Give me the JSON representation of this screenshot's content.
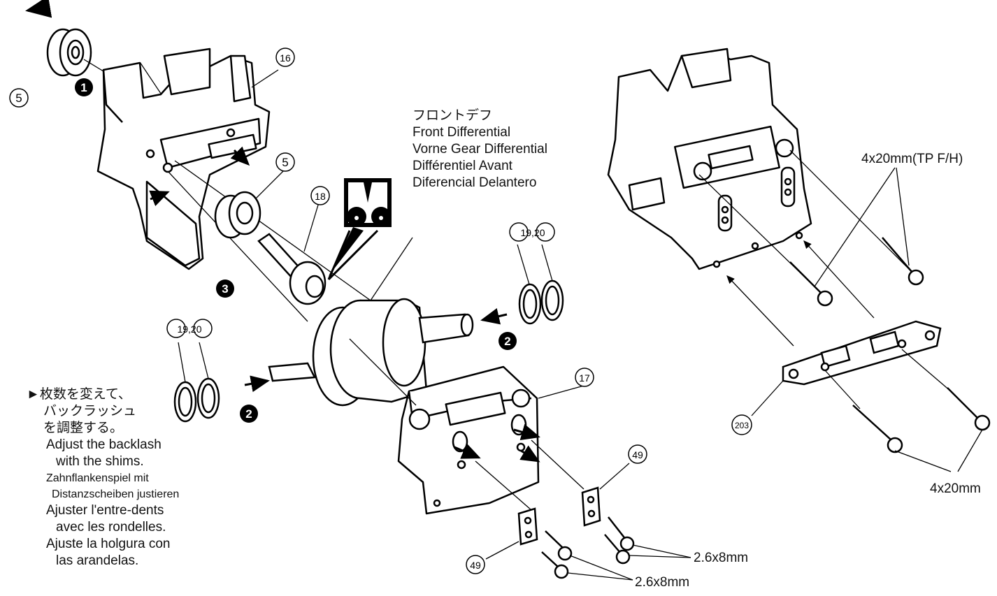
{
  "parts": {
    "p5a": "5",
    "p5b": "5",
    "p16": "16",
    "p18": "18",
    "p17": "17",
    "p1920a": "19,20",
    "p1920b": "19,20",
    "p49a": "49",
    "p49b": "49",
    "p203": "203"
  },
  "steps": {
    "s1": "1",
    "s2a": "2",
    "s2b": "2",
    "s3": "3"
  },
  "front_diff_title": {
    "ja": "フロントデフ",
    "en": "Front Differential",
    "de": "Vorne Gear Differential",
    "fr": "Différentiel Avant",
    "es": "Diferencial Delantero"
  },
  "screws": {
    "tp": "4x20mm(TP F/H)",
    "m4x20": "4x20mm",
    "m26a": "2.6x8mm",
    "m26b": "2.6x8mm"
  },
  "backlash_note": {
    "arrow": "►",
    "ja1": "枚数を変えて、",
    "ja2": "バックラッシュ",
    "ja3": "を調整する。",
    "en1": "Adjust the backlash",
    "en2": "with the shims.",
    "de1": "Zahnflankenspiel mit",
    "de2": "Distanzscheiben justieren",
    "fr1": "Ajuster l'entre-dents",
    "fr2": "avec les rondelles.",
    "es1": "Ajuste la holgura con",
    "es2": "las arandelas."
  }
}
